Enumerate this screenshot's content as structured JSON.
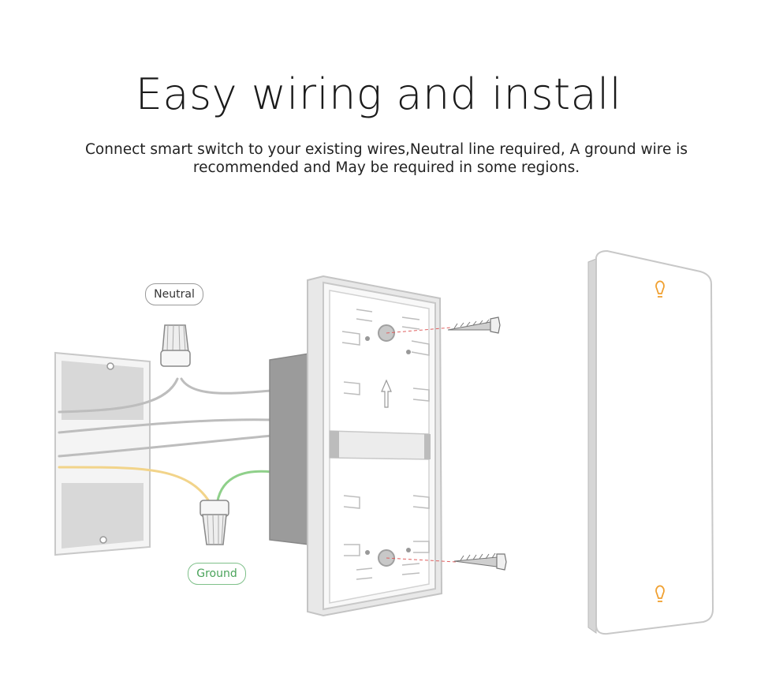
{
  "heading": "Easy wiring and install",
  "description": "Connect smart switch to your existing wires,Neutral line required, A ground wire is recommended and May be required in some regions.",
  "labels": {
    "neutral": "Neutral",
    "ground": "Ground"
  },
  "colors": {
    "neutral_wire": "#bdbdbd",
    "live_wire": "#f2d48a",
    "ground_wire": "#8fd08a",
    "accent": "#f0a030"
  },
  "icons": [
    "wall-box",
    "wire-nut",
    "switch-module",
    "screw",
    "cover-plate",
    "bulb-icon"
  ]
}
